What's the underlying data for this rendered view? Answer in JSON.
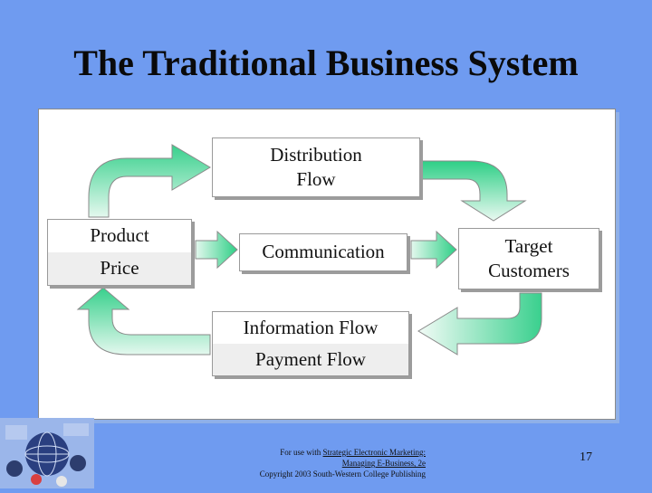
{
  "slide": {
    "title": "The Traditional Business System"
  },
  "diagram": {
    "nodes": {
      "product": {
        "line1": "Product",
        "line2": "Price"
      },
      "distribution": {
        "line1": "Distribution",
        "line2": "Flow"
      },
      "communication": {
        "label": "Communication"
      },
      "target": {
        "line1": "Target",
        "line2": "Customers"
      },
      "information": {
        "line1": "Information Flow",
        "line2": "Payment Flow"
      }
    }
  },
  "footer": {
    "line1_prefix": "For use with ",
    "line1_link": "Strategic Electronic Marketing:",
    "line2": "Managing E-Business, 2e",
    "line3": "Copyright 2003 South-Western College Publishing",
    "page_number": "17"
  },
  "colors": {
    "background": "#6f9bf0",
    "arrow_green": "#2ecf86",
    "arrow_light": "#dff7ec"
  }
}
